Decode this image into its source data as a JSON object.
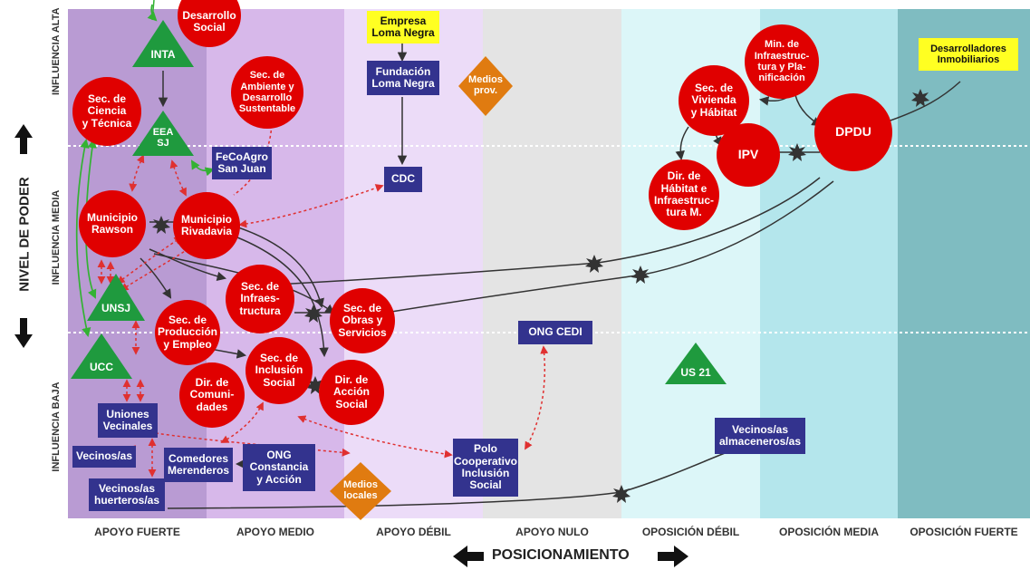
{
  "axes": {
    "x_title": "POSICIONAMIENTO",
    "y_title": "NIVEL DE PODER"
  },
  "columns": [
    {
      "label": "APOYO FUERTE",
      "color": "#b99bd3"
    },
    {
      "label": "APOYO MEDIO",
      "color": "#d7b8ea"
    },
    {
      "label": "APOYO DÉBIL",
      "color": "#ecdcf8"
    },
    {
      "label": "APOYO NULO",
      "color": "#e4e4e4"
    },
    {
      "label": "OPOSICIÓN DÉBIL",
      "color": "#dcf6f8"
    },
    {
      "label": "OPOSICIÓN MEDIA",
      "color": "#b4e6ec"
    },
    {
      "label": "OPOSICIÓN FUERTE",
      "color": "#7fbcc1"
    }
  ],
  "rows": [
    {
      "label": "INFLUENCIA ALTA"
    },
    {
      "label": "INFLUENCIA MEDIA"
    },
    {
      "label": "INFLUENCIA BAJA"
    }
  ],
  "nodes": {
    "desarrollo_social": "Desarrollo\nSocial",
    "inta": "INTA",
    "sec_ciencia": "Sec. de\nCiencia\ny Técnica",
    "eea_sj": "EEA\nSJ",
    "fecoagro": "FeCoAgro\nSan Juan",
    "sec_ambiente": "Sec. de\nAmbiente y\nDesarrollo\nSustentable",
    "empresa_loma_negra": "Empresa\nLoma Negra",
    "fundacion_loma_negra": "Fundación\nLoma Negra",
    "medios_prov": "Medios\nprov.",
    "cdc": "CDC",
    "municipio_rawson": "Municipio\nRawson",
    "municipio_rivadavia": "Municipio\nRivadavia",
    "unsj": "UNSJ",
    "ucc": "UCC",
    "sec_infraestructura": "Sec. de\nInfraes-\ntructura",
    "sec_obras": "Sec. de\nObras y\nServicios",
    "sec_produccion": "Sec. de\nProducción\ny Empleo",
    "sec_inclusion": "Sec. de\nInclusión\nSocial",
    "dir_comunidades": "Dir. de\nComuni-\ndades",
    "dir_accion_social": "Dir. de\nAcción\nSocial",
    "uniones_vecinales": "Uniones\nVecinales",
    "vecinos": "Vecinos/as",
    "vecinos_huerteros": "Vecinos/as\nhuerteros/as",
    "comedores": "Comedores\nMerenderos",
    "ong_constancia": "ONG\nConstancia\ny Acción",
    "medios_locales": "Medios\nlocales",
    "polo_cooperativo": "Polo\nCooperativo\nInclusión\nSocial",
    "ong_cedi": "ONG CEDI",
    "us21": "US 21",
    "vecinos_almaceneros": "Vecinos/as\nalmaceneros/as",
    "min_infraestructura": "Min. de\nInfraestruc-\ntura y Pla-\nnificación",
    "sec_vivienda": "Sec. de\nVivienda\ny Hábitat",
    "ipv": "IPV",
    "dpdu": "DPDU",
    "dir_habitat": "Dir. de\nHábitat e\nInfraestruc-\ntura M.",
    "desarrolladores": "Desarrolladores\nInmobiliarios"
  },
  "colors": {
    "actor_red": "#e00000",
    "actor_green": "#1f9a3e",
    "actor_blue": "#33338e",
    "media_orange": "#e07b10",
    "company_yellow": "#ffff22",
    "conflict_dark": "#333333",
    "alliance_green": "#33b233",
    "dashed_red": "#e03030"
  }
}
